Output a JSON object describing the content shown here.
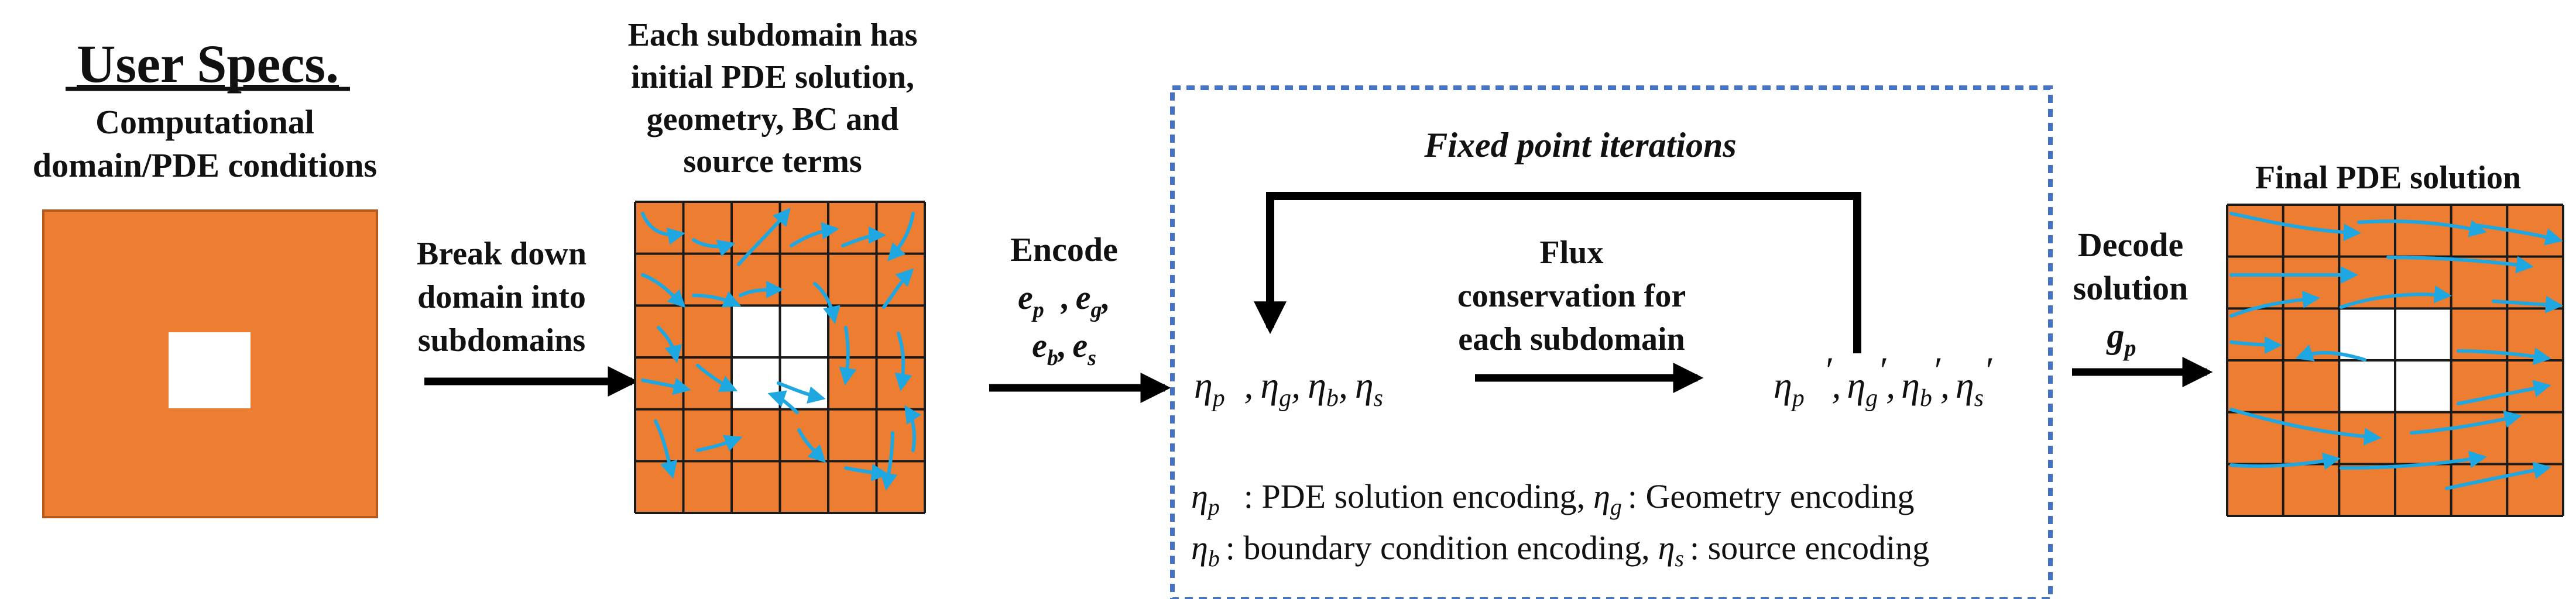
{
  "colors": {
    "domain_fill": "#ED7D31",
    "hole_fill": "#FFFFFF",
    "grid_line": "#1A1A1A",
    "flow_arrow": "#1EA7E1",
    "dashed_box": "#4472C4",
    "text": "#111111"
  },
  "user_specs": {
    "title": "User Specs.",
    "line1": "Computational",
    "line2": "domain/PDE conditions"
  },
  "breakdown": {
    "line1": "Break down",
    "line2": "domain into",
    "line3": "subdomains"
  },
  "subdomain_info": {
    "line1": "Each subdomain has",
    "line2": "initial PDE solution,",
    "line3": "geometry, BC and",
    "line4": "source terms"
  },
  "encode": {
    "title": "Encode",
    "vars_line1": [
      "p⃗",
      "g",
      ""
    ],
    "vars_line2": [
      "b",
      "s"
    ]
  },
  "fixed_point": {
    "title": "Fixed point iterations",
    "flux_line1": "Flux",
    "flux_line2": "conservation for",
    "flux_line3": "each subdomain",
    "legend_line1_a": ": PDE solution encoding,",
    "legend_line1_b": ": Geometry encoding",
    "legend_line2_a": ": boundary condition encoding,",
    "legend_line2_b": ": source encoding"
  },
  "decode": {
    "line1": "Decode",
    "line2": "solution"
  },
  "final": {
    "title": "Final PDE solution"
  },
  "symbols": {
    "eta": "η",
    "e": "e",
    "g": "g",
    "sub_p": "p⃗",
    "sub_g": "g",
    "sub_b": "b",
    "sub_s": "s",
    "comma": ",",
    "prime": "′"
  },
  "grids": {
    "initial": {
      "rows": 6,
      "cols": 6
    },
    "final": {
      "rows": 6,
      "cols": 6
    }
  }
}
